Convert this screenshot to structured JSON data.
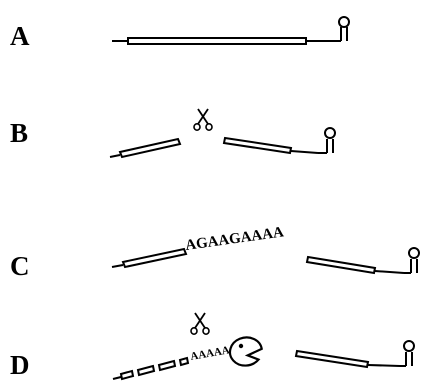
{
  "panels": [
    {
      "id": "A",
      "label": "A"
    },
    {
      "id": "B",
      "label": "B"
    },
    {
      "id": "C",
      "label": "C",
      "sequence": "AGAAGAAAA"
    },
    {
      "id": "D",
      "label": "D",
      "sequence": "AAAAA"
    }
  ],
  "icons": {
    "scissors": "scissors-icon",
    "nuclease": "pacman-nuclease-icon",
    "stem_loop": "stem-loop-icon"
  }
}
